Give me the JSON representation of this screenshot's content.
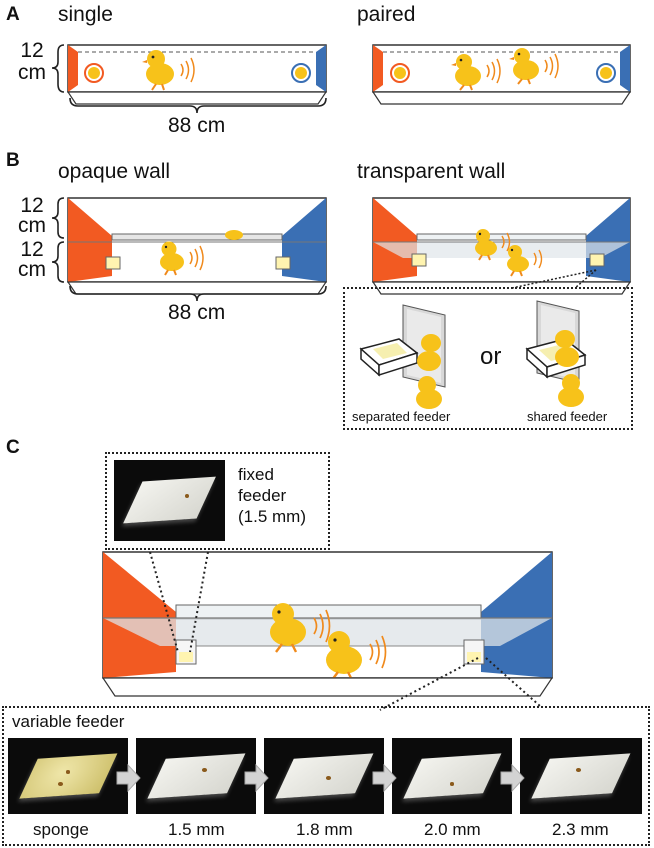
{
  "panels": {
    "a": {
      "letter": "A",
      "left_title": "single",
      "right_title": "paired",
      "height_label_num": "12",
      "height_label_unit": "cm",
      "length_label": "88 cm"
    },
    "b": {
      "letter": "B",
      "left_title": "opaque wall",
      "right_title": "transparent wall",
      "upper_height_num": "12",
      "upper_height_unit": "cm",
      "lower_height_num": "12",
      "lower_height_unit": "cm",
      "length_label": "88 cm",
      "or_label": "or",
      "separated_label": "separated feeder",
      "shared_label": "shared feeder"
    },
    "c": {
      "letter": "C",
      "fixed_line1": "fixed",
      "fixed_line2": "feeder",
      "fixed_line3": "(1.5 mm)",
      "variable_label": "variable feeder",
      "feeders": [
        "sponge",
        "1.5 mm",
        "1.8 mm",
        "2.0 mm",
        "2.3 mm"
      ]
    }
  },
  "colors": {
    "red_end": "#f25a22",
    "blue_end": "#3a6fb4",
    "chick": "#f7c21a",
    "chick_legs": "#f08a1c",
    "sound_waves": "#f08a1c"
  }
}
